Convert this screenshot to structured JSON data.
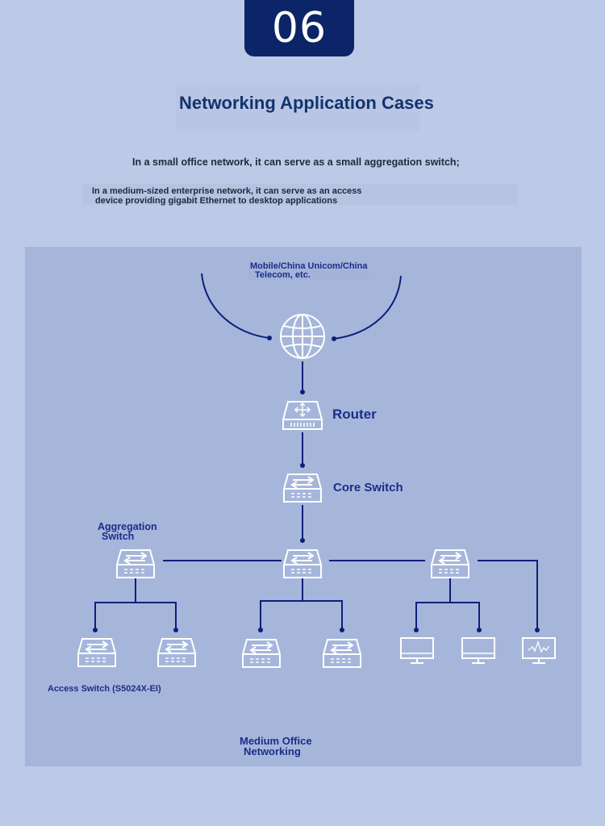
{
  "badge": {
    "number": "06"
  },
  "title": "Networking Application Cases",
  "descriptions": {
    "small_office": "In a small office network, it can serve as a small aggregation switch;",
    "medium_line1": "In a medium-sized enterprise network, it can serve as an access",
    "medium_line2": "device providing gigabit Ethernet to desktop applications"
  },
  "diagram": {
    "isp_line1": "Mobile/China Unicom/China",
    "isp_line2": "Telecom, etc.",
    "router": "Router",
    "core_switch": "Core Switch",
    "aggregation_line1": "Aggregation",
    "aggregation_line2": "Switch",
    "access_switch": "Access Switch (S5024X-EI)",
    "caption_line1": "Medium Office",
    "caption_line2": "Networking"
  },
  "colors": {
    "background": "#bccae8",
    "badge": "#0b2568",
    "title": "#13336e",
    "panel": "#a6b6db",
    "line": "#0b1f7a",
    "label": "#1b2d8a",
    "icon": "#ffffff"
  },
  "icons": [
    "globe-icon",
    "router-icon",
    "switch-icon",
    "monitor-icon",
    "monitor-chart-icon"
  ]
}
